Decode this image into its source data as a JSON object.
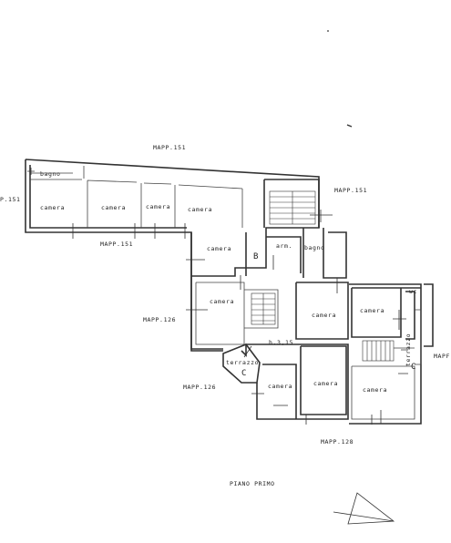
{
  "labels": {
    "mapp_151_top": "MAPP.151",
    "mapp_151_left": "P.151",
    "mapp_151_right": "MAPP.151",
    "mapp_151_mid": "MAPP.151",
    "mapp_126_left": "MAPP.126",
    "mapp_126_mid": "MAPP.126",
    "mapp_128_bottom": "MAPP.128",
    "mapp_right_edge": "MAPF",
    "bagno_top": "bagno",
    "camera_1": "camera",
    "camera_2": "camera",
    "camera_3": "camera",
    "camera_4": "camera",
    "camera_5": "camera",
    "camera_6": "camera",
    "camera_7": "camera",
    "camera_8": "camera",
    "camera_9": "camera",
    "camera_10": "camera",
    "camera_11": "camera",
    "arm": "arm.",
    "bagno_2": "bagno",
    "letter_b": "B",
    "height": "h.3,15",
    "terrazzo_left": "terrazzo",
    "terrazzo_right": "terrazzo",
    "letter_c_left": "C",
    "letter_c_right": "C",
    "wc": "wc",
    "floor_title": "PIANO PRIMO"
  }
}
